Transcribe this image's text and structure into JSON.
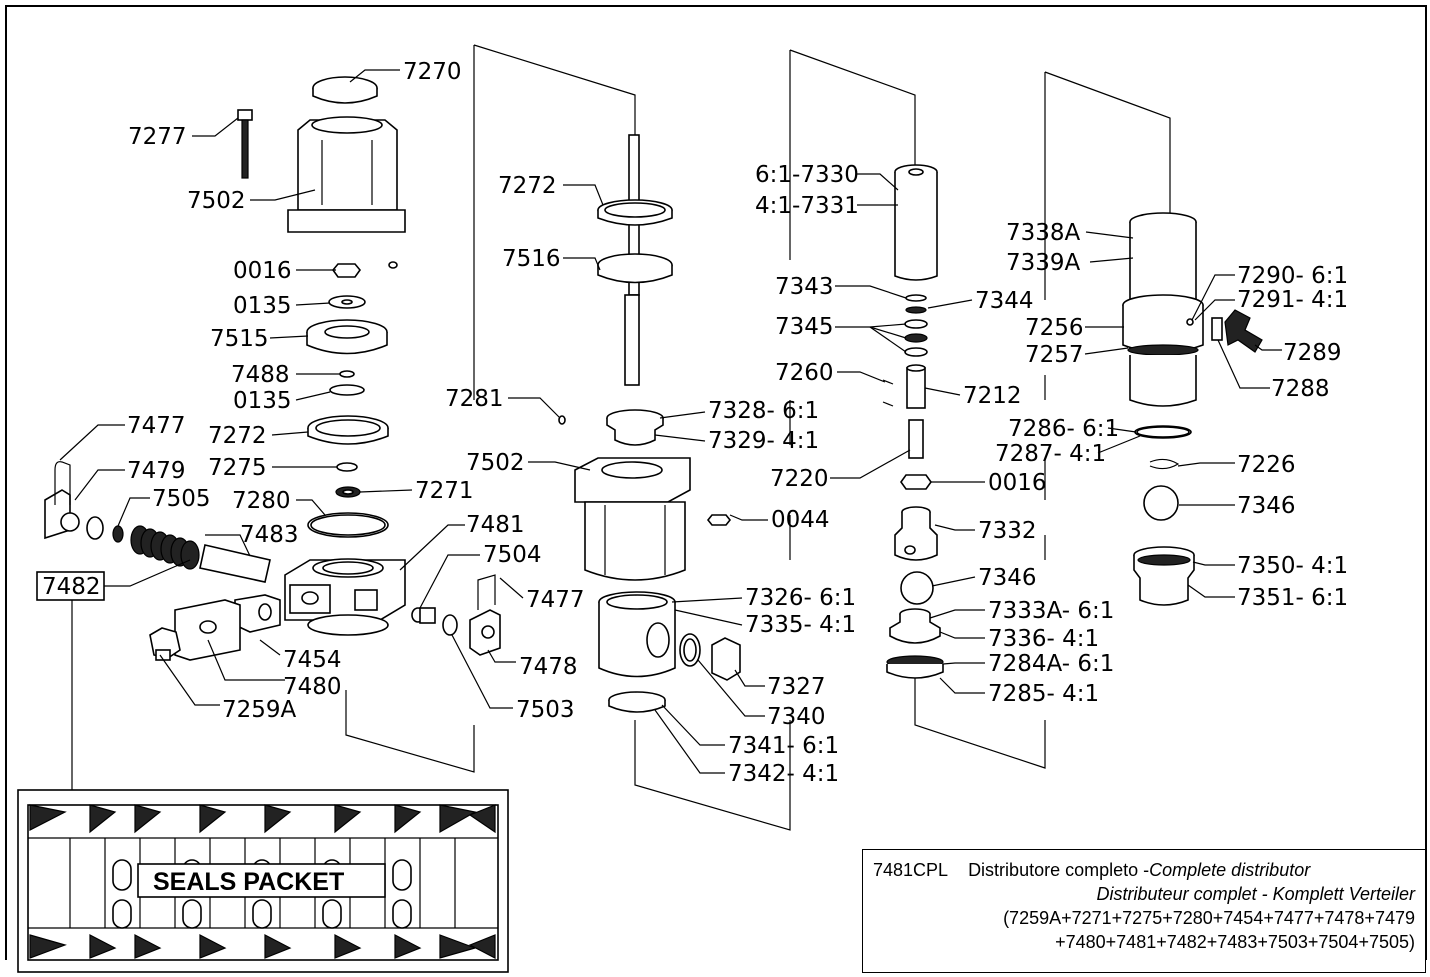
{
  "diagram": {
    "labels": {
      "p7270": "7270",
      "p7277": "7277",
      "p7502a": "7502",
      "p0016a": "0016",
      "p0135a": "0135",
      "p7515": "7515",
      "p7488": "7488",
      "p0135b": "0135",
      "p7272a": "7272",
      "p7275": "7275",
      "p7271": "7271",
      "p7280": "7280",
      "p7477a": "7477",
      "p7479": "7479",
      "p7505": "7505",
      "p7483": "7483",
      "p7481": "7481",
      "p7504": "7504",
      "p7482": "7482",
      "p7477b": "7477",
      "p7454": "7454",
      "p7480": "7480",
      "p7259A": "7259A",
      "p7503": "7503",
      "p7478": "7478",
      "p7272b": "7272",
      "p7516": "7516",
      "p7281": "7281",
      "p7328": "7328- 6:1",
      "p7329": "7329- 4:1",
      "p7502b": "7502",
      "p0044": "0044",
      "p7326": "7326- 6:1",
      "p7335": "7335- 4:1",
      "p7327": "7327",
      "p7340": "7340",
      "p7341": "7341- 6:1",
      "p7342": "7342- 4:1",
      "p7330": "6:1-7330",
      "p7331": "4:1-7331",
      "p7343": "7343",
      "p7344": "7344",
      "p7345": "7345",
      "p7260": "7260",
      "p7212": "7212",
      "p7220": "7220",
      "p0016b": "0016",
      "p7332": "7332",
      "p7346a": "7346",
      "p7333A": "7333A- 6:1",
      "p7336": "7336- 4:1",
      "p7284A": "7284A- 6:1",
      "p7285": "7285- 4:1",
      "p7338A": "7338A",
      "p7339A": "7339A",
      "p7290": "7290- 6:1",
      "p7291": "7291- 4:1",
      "p7256": "7256",
      "p7257": "7257",
      "p7289": "7289",
      "p7288": "7288",
      "p7286": "7286- 6:1",
      "p7287": "7287- 4:1",
      "p7226": "7226",
      "p7346b": "7346",
      "p7350": "7350- 4:1",
      "p7351": "7351- 6:1"
    },
    "seals_packet": "SEALS PACKET"
  },
  "info": {
    "code": "7481CPL",
    "line1_it": "Distributore completo - ",
    "line1_en": "Complete distributor",
    "line2": "Distributeur complet - Komplett Verteiler",
    "line3": "(7259A+7271+7275+7280+7454+7477+7478+7479",
    "line4": "+7480+7481+7482+7483+7503+7504+7505)"
  }
}
